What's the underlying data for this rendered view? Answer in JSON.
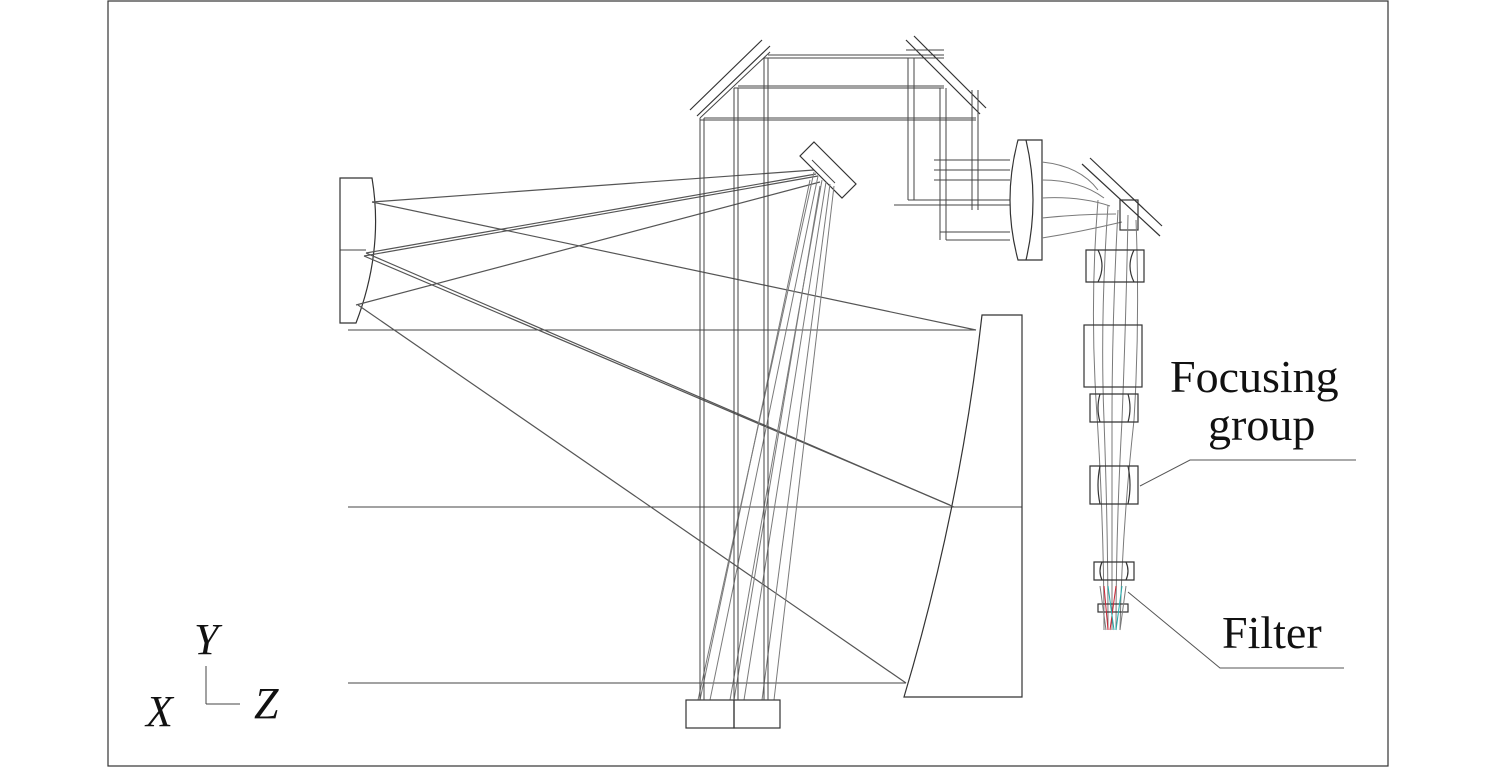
{
  "labels": {
    "focusing_line1": "Focusing",
    "focusing_line2": "group",
    "filter": "Filter"
  },
  "axes": {
    "y": "Y",
    "x": "X",
    "z": "Z"
  },
  "colors": {
    "ray_gray": "#555555",
    "ray_red": "#cc2233",
    "ray_cyan": "#22aaaa",
    "frame": "#333333"
  }
}
